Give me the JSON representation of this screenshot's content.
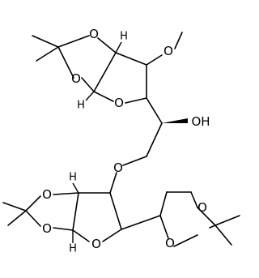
{
  "diagram": {
    "type": "chemical-structure",
    "colors": {
      "ink": "#000000",
      "background": "#ffffff"
    },
    "atom_labels": {
      "o_dioxolane_top_right": "O",
      "o_dioxolane_top_left": "O",
      "o_methoxy": "O",
      "h_top_upper": "H",
      "h_top_lower": "H",
      "o_furanose_top": "O",
      "oh_label": "OH",
      "o_ether": "O",
      "o_dioxolane_bottom_left": "O",
      "o_dioxolane_bottom_right": "O",
      "h_bottom_upper": "H",
      "h_bottom_lower": "H",
      "o_furanose_bottom": "O",
      "o_dioxolane_side_top": "O",
      "o_dioxolane_side_bottom": "O"
    }
  }
}
